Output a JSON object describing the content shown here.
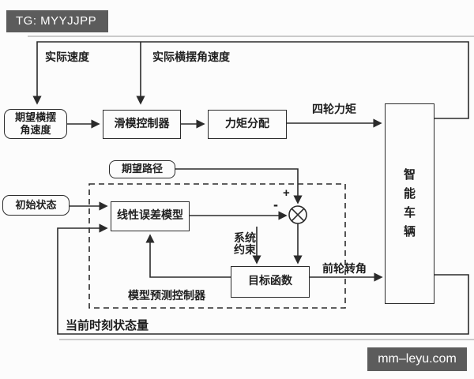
{
  "badge": {
    "text": "TG: MYYJJPP"
  },
  "watermark": {
    "text": "mm–leyu.com"
  },
  "diagram": {
    "nodes": {
      "desired_yaw_rate_line1": "期望横摆",
      "desired_yaw_rate_line2": "角速度",
      "sliding_mode_controller": "滑模控制器",
      "torque_distribution": "力矩分配",
      "intelligent_vehicle": "智能车辆",
      "desired_path": "期望路径",
      "linear_error_model": "线性误差模型",
      "objective_function": "目标函数",
      "initial_state": "初始状态"
    },
    "signal_labels": {
      "actual_speed": "实际速度",
      "actual_yaw_rate": "实际横摆角速度",
      "four_wheel_torque": "四轮力矩",
      "front_wheel_angle": "前轮转角",
      "system_constraint_line1": "系统",
      "system_constraint_line2": "约束",
      "mpc_controller": "模型预测控制器",
      "current_state": "当前时刻状态量",
      "plus_sign": "+",
      "minus_sign": "-"
    },
    "colors": {
      "line": "#2b2b2b",
      "badge_bg": "#5c5c5c",
      "badge_text": "#ffffff",
      "background": "#fcfcfc",
      "separator": "#b9b9b9"
    }
  }
}
